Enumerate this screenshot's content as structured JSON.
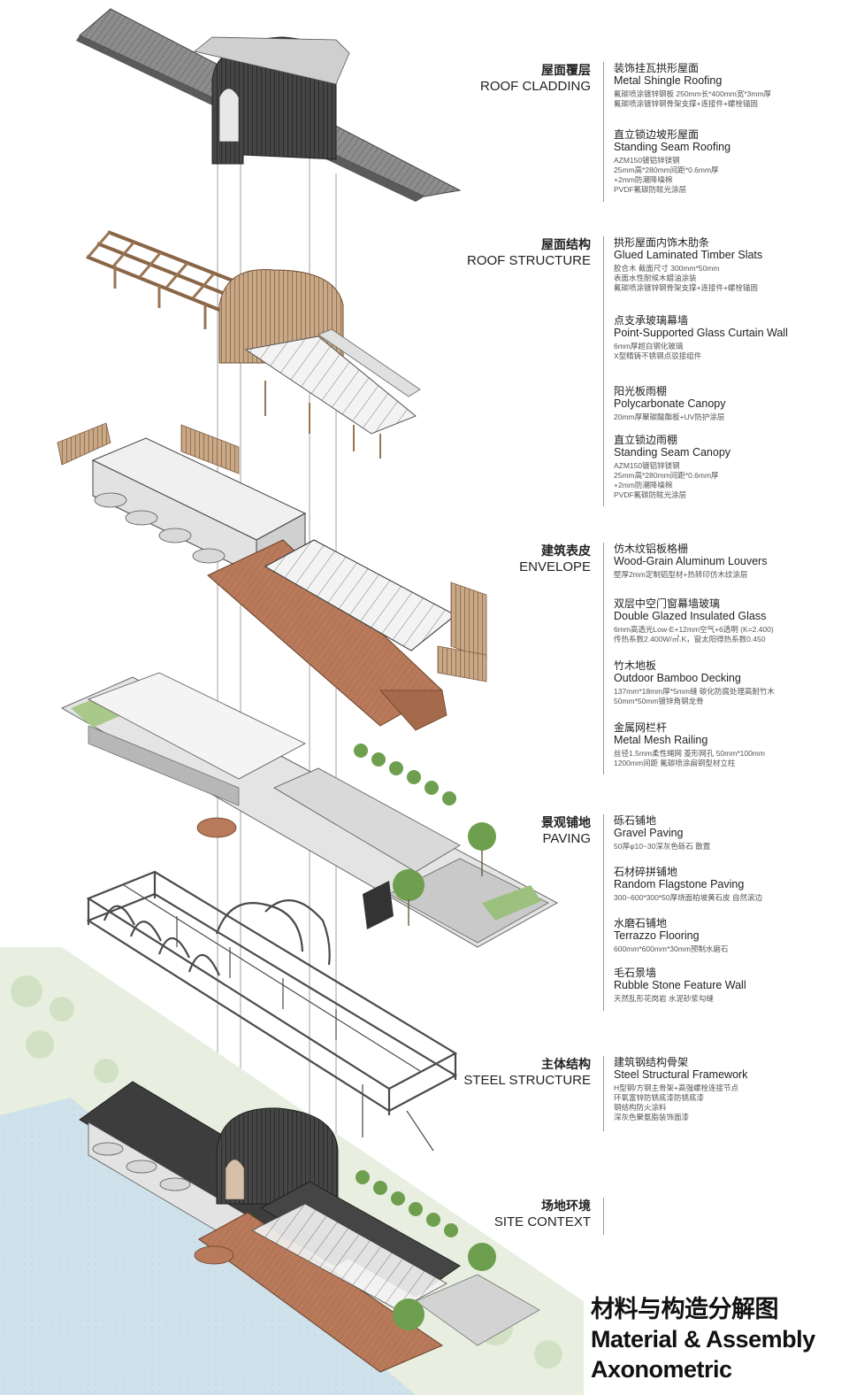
{
  "title": {
    "cn": "材料与构造分解图",
    "en_line1": "Material & Assembly",
    "en_line2": "Axonometric"
  },
  "colors": {
    "roof_dark": "#3a3a3a",
    "timber": "#a5815f",
    "deck": "#b87a5a",
    "wall": "#e6e6e6",
    "steel": "#505050",
    "water": "#cfe1ea",
    "green": "#9cc17e",
    "paving": "#d3d3d3",
    "divider": "#9a9a9a"
  },
  "layers": [
    {
      "cn": "屋面覆层",
      "en": "ROOF CLADDING",
      "specs": [
        {
          "cn": "装饰挂瓦拱形屋面",
          "en": "Metal Shingle Roofing",
          "desc": [
            "氟碳喷涂镀锌钢板 250mm长*400mm宽*3mm厚",
            "氟碳喷涂镀锌钢骨架支撑+连接件+螺栓锚固"
          ]
        },
        {
          "cn": "直立锁边坡形屋面",
          "en": "Standing Seam Roofing",
          "desc": [
            "AZM150镀铝锌镁钢",
            "25mm高*280mm间距*0.6mm厚",
            "+2mm防潮降噪棉",
            "PVDF氟碳防眩光涂层"
          ]
        }
      ]
    },
    {
      "cn": "屋面结构",
      "en": "ROOF STRUCTURE",
      "specs": [
        {
          "cn": "拱形屋面内饰木肋条",
          "en": "Glued Laminated Timber Slats",
          "desc": [
            "胶合木 截面尺寸 300mm*50mm",
            "表面水性耐候木蜡油涂装",
            "氟碳喷涂镀锌钢骨架支撑+连接件+螺栓锚固"
          ]
        },
        {
          "cn": "点支承玻璃幕墙",
          "en": "Point-Supported Glass Curtain Wall",
          "desc": [
            "6mm厚超白钢化玻璃",
            "X型精铸不锈钢点驳接组件"
          ]
        },
        {
          "cn": "阳光板雨棚",
          "en": "Polycarbonate Canopy",
          "desc": [
            "20mm厚聚碳酸酯板+UV防护涂层"
          ]
        },
        {
          "cn": "直立锁边雨棚",
          "en": "Standing Seam Canopy",
          "desc": [
            "AZM150镀铝锌镁钢",
            "25mm高*280mm间距*0.6mm厚",
            "+2mm防潮降噪棉",
            "PVDF氟碳防眩光涂层"
          ]
        }
      ]
    },
    {
      "cn": "建筑表皮",
      "en": "ENVELOPE",
      "specs": [
        {
          "cn": "仿木纹铝板格栅",
          "en": "Wood-Grain Aluminum Louvers",
          "desc": [
            "壁厚2mm定制铝型材+热转印仿木纹涂层"
          ]
        },
        {
          "cn": "双层中空门窗幕墙玻璃",
          "en": "Double Glazed Insulated Glass",
          "desc": [
            "6mm高透光Low-E+12mm空气+6透明 (K=2.400)",
            "传热系数2.400W/㎡.K，窗太阳得热系数0.450"
          ]
        },
        {
          "cn": "竹木地板",
          "en": "Outdoor Bamboo Decking",
          "desc": [
            "137mm*18mm厚*5mm缝 碳化防腐处理高耐竹木",
            "50mm*50mm镀锌角钢龙骨"
          ]
        },
        {
          "cn": "金属网栏杆",
          "en": "Metal Mesh Railing",
          "desc": [
            "丝径1.5mm柔性绳网 菱形网孔 50mm*100mm",
            "1200mm间距 氟碳喷涂扁钢型材立柱"
          ]
        }
      ]
    },
    {
      "cn": "景观铺地",
      "en": "PAVING",
      "specs": [
        {
          "cn": "砾石铺地",
          "en": "Gravel Paving",
          "desc": [
            "50厚φ10~30深灰色砾石 散置"
          ]
        },
        {
          "cn": "石材碎拼铺地",
          "en": "Random Flagstone Paving",
          "desc": [
            "300~600*300*50厚烧面柏坡黄石皮 自然滚边"
          ]
        },
        {
          "cn": "水磨石铺地",
          "en": "Terrazzo Flooring",
          "desc": [
            "600mm*600mm*30mm预制水磨石"
          ]
        },
        {
          "cn": "毛石景墙",
          "en": "Rubble Stone Feature Wall",
          "desc": [
            "天然乱形花岗岩 水泥砂浆勾缝"
          ]
        }
      ]
    },
    {
      "cn": "主体结构",
      "en": "STEEL STRUCTURE",
      "specs": [
        {
          "cn": "建筑钢结构骨架",
          "en": "Steel Structural Framework",
          "desc": [
            "H型钢/方钢主骨架+高强螺栓连接节点",
            "环氧富锌防锈底漆防锈底漆",
            "钢结构防火涂料",
            "深灰色聚氨脂装饰面漆"
          ]
        }
      ]
    },
    {
      "cn": "场地环境",
      "en": "SITE CONTEXT",
      "specs": []
    }
  ]
}
